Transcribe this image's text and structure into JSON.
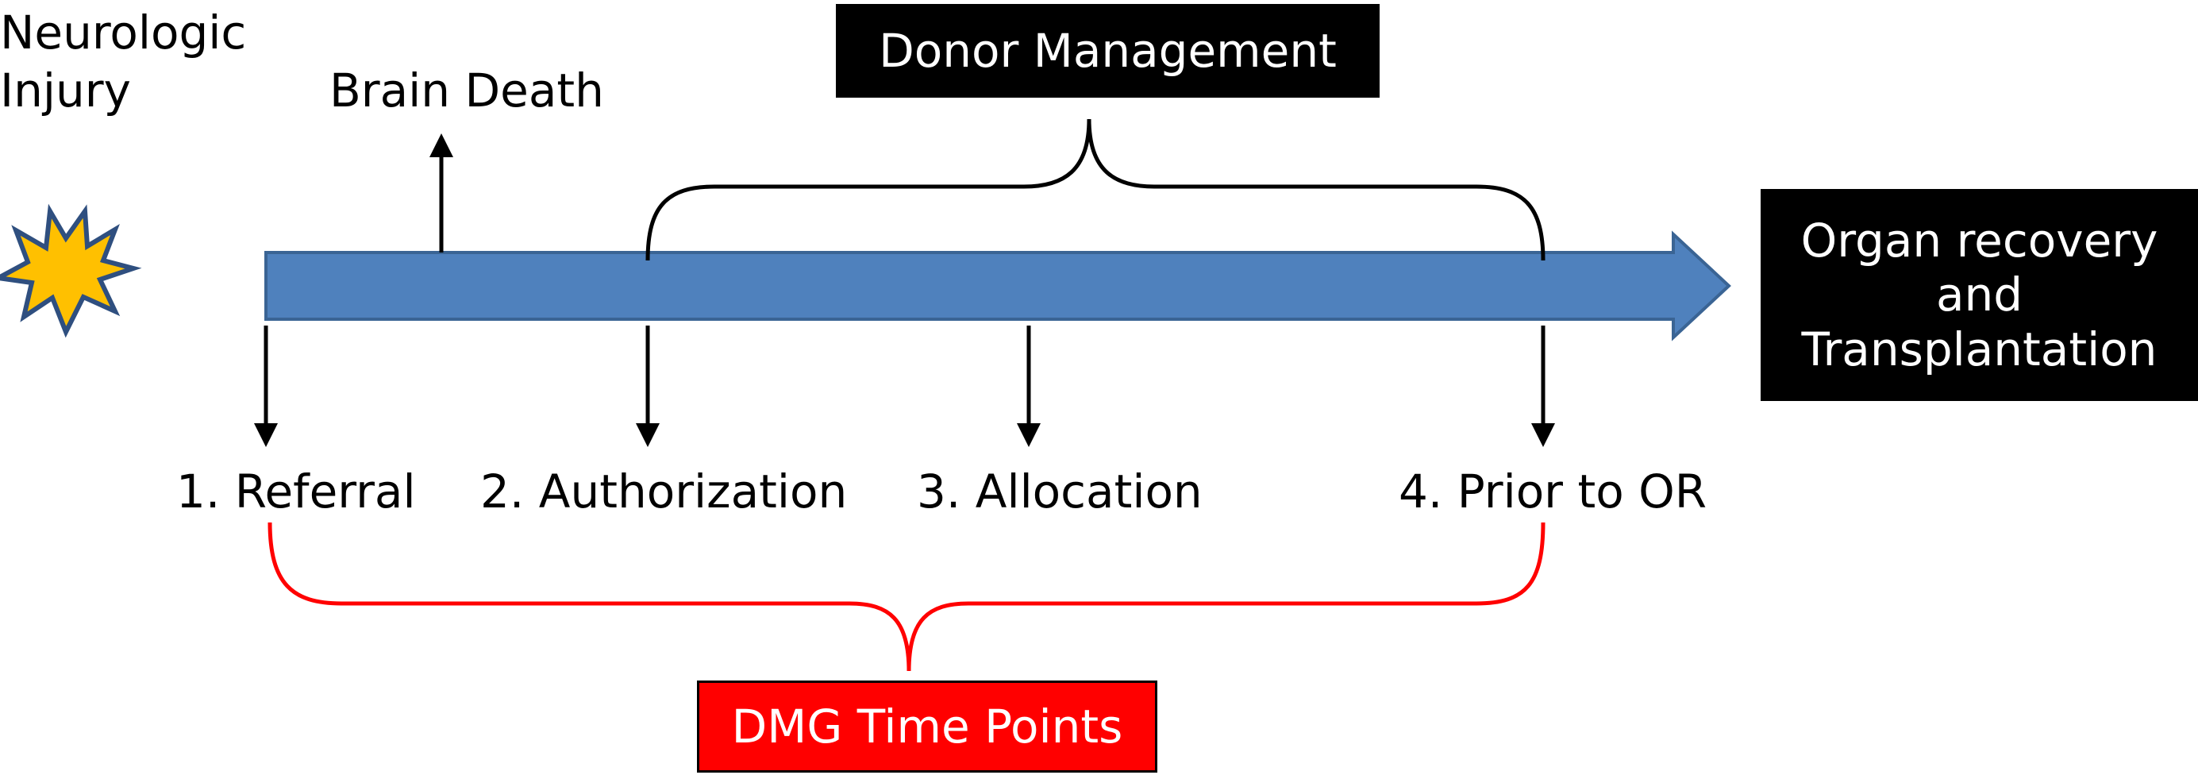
{
  "labels": {
    "injury": "Neurologic Injury",
    "brain_death": "Brain Death",
    "donor_management": "Donor Management",
    "organ_recovery": "Organ recovery and Transplantation",
    "dmg_time_points": "DMG Time Points"
  },
  "time_points": [
    {
      "label": "1. Referral"
    },
    {
      "label": "2. Authorization"
    },
    {
      "label": "3. Allocation"
    },
    {
      "label": "4. Prior to OR"
    }
  ],
  "colors": {
    "timeline_arrow": "#4f81bd",
    "timeline_arrow_border": "#3a6494",
    "burst_fill": "#ffc000",
    "burst_stroke": "#2f4f7f",
    "dmg_brace": "#ff0000",
    "donor_brace": "#000000"
  },
  "icons": {
    "injury": "starburst-icon"
  }
}
